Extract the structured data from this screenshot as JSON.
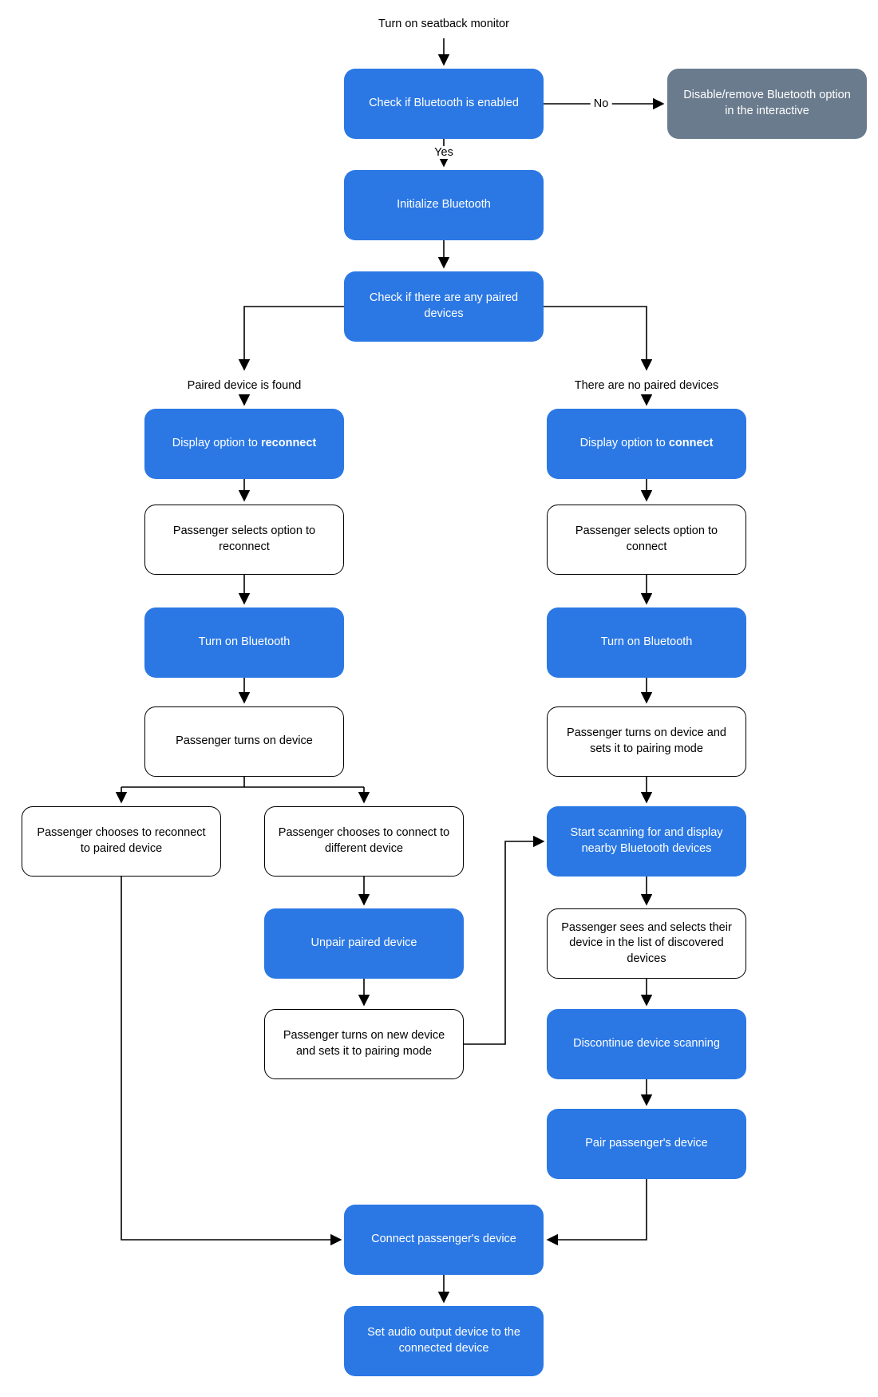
{
  "diagram": {
    "start_label": "Turn on seatback monitor",
    "colors": {
      "process_fill": "#2b78e4",
      "terminal_fill": "#6a7b8d",
      "process_text": "#ffffff",
      "plain_box_border": "#000000",
      "connector": "#000000"
    },
    "nodes": {
      "check_bt_enabled": "Check if Bluetooth is enabled",
      "disable_bt_option": "Disable/remove Bluetooth option in the interactive",
      "initialize_bt": "Initialize Bluetooth",
      "check_paired_devices": "Check if there are any paired devices",
      "display_reconnect_prefix": "Display option to ",
      "display_reconnect_bold": "reconnect",
      "select_reconnect": "Passenger selects option to reconnect",
      "turn_on_bt_left": "Turn on Bluetooth",
      "passenger_turns_on_device": "Passenger turns on device",
      "choose_reconnect": "Passenger chooses to reconnect to paired device",
      "choose_different": "Passenger chooses to connect to different device",
      "unpair_device": "Unpair paired device",
      "new_device_pairing_mode": "Passenger turns on new device and sets it to pairing mode",
      "display_connect_prefix": "Display option to ",
      "display_connect_bold": "connect",
      "select_connect": "Passenger selects option to connect",
      "turn_on_bt_right": "Turn on Bluetooth",
      "device_pairing_mode": "Passenger turns on device and sets it to pairing mode",
      "start_scanning": "Start scanning for and display nearby Bluetooth devices",
      "sees_and_selects": "Passenger sees and selects their device in the list of discovered devices",
      "discontinue_scanning": "Discontinue device scanning",
      "pair_device": "Pair passenger's device",
      "connect_device": "Connect passenger's device",
      "set_audio_output": "Set audio output device to the connected device"
    },
    "edge_labels": {
      "no": "No",
      "yes": "Yes",
      "paired_found": "Paired device is found",
      "no_paired": "There are no paired devices"
    }
  }
}
